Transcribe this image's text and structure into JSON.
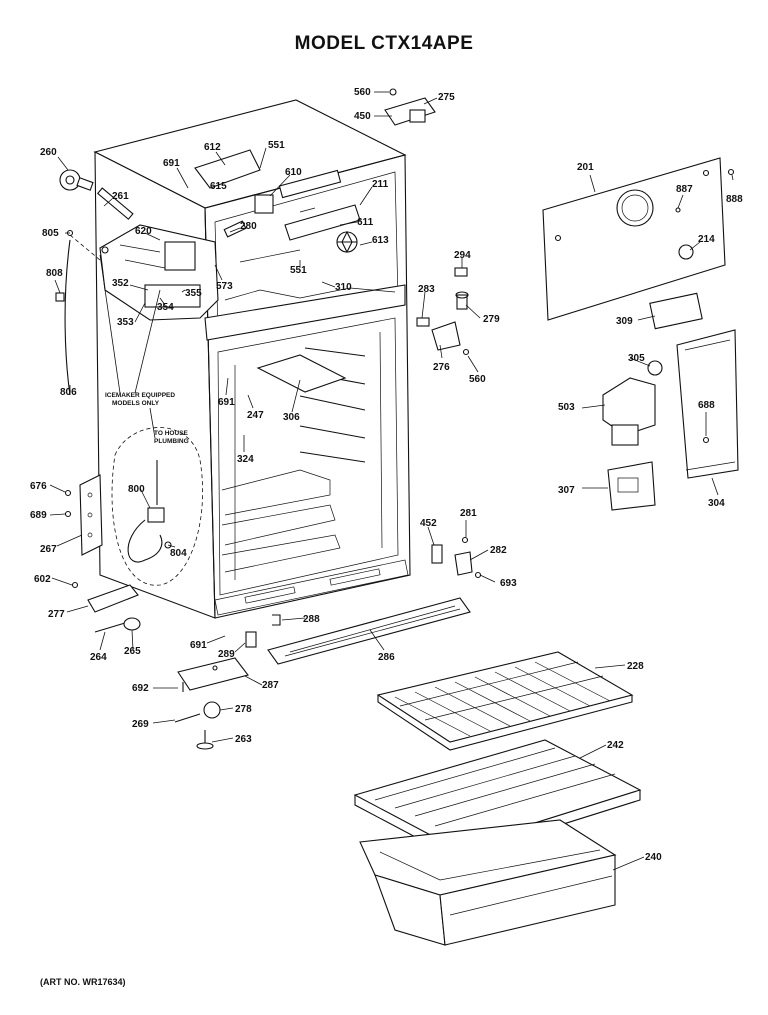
{
  "title": "MODEL CTX14APE",
  "art_number": "(ART NO. WR17634)",
  "notes": {
    "icemaker": [
      "ICEMAKER EQUIPPED",
      "MODELS ONLY"
    ],
    "house": [
      "TO HOUSE",
      "PLUMBING"
    ]
  },
  "parts": [
    "560",
    "450",
    "275",
    "260",
    "691",
    "612",
    "551",
    "610",
    "211",
    "261",
    "620",
    "615",
    "611",
    "280",
    "805",
    "613",
    "201",
    "887",
    "888",
    "294",
    "214",
    "808",
    "352",
    "355",
    "551",
    "573",
    "353",
    "354",
    "310",
    "283",
    "279",
    "309",
    "276",
    "305",
    "560",
    "806",
    "691",
    "247",
    "306",
    "503",
    "688",
    "324",
    "676",
    "800",
    "689",
    "267",
    "804",
    "281",
    "452",
    "307",
    "304",
    "282",
    "693",
    "602",
    "277",
    "288",
    "691",
    "289",
    "264",
    "265",
    "286",
    "228",
    "287",
    "692",
    "278",
    "269",
    "263",
    "242",
    "240"
  ],
  "colors": {
    "ink": "#111111",
    "paper": "#ffffff"
  }
}
